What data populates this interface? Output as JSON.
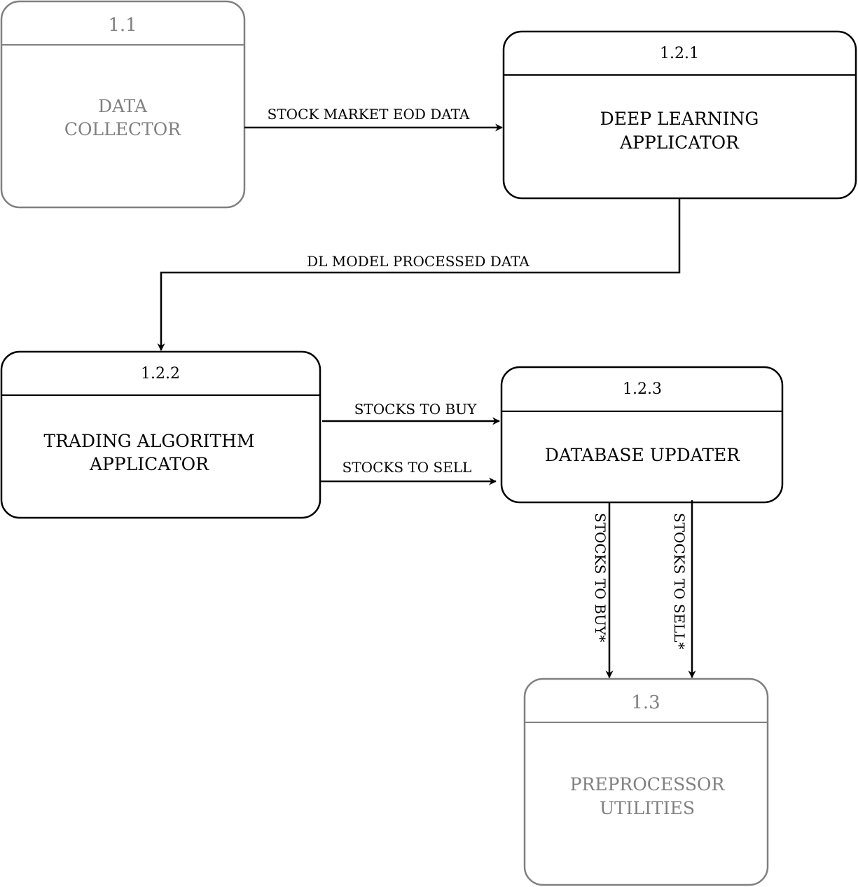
{
  "colors": {
    "active": "#000000",
    "inactive": "#808080",
    "background": "#ffffff"
  },
  "processes": {
    "data_collector": {
      "id": "1.1",
      "name_line1": "DATA",
      "name_line2": "COLLECTOR",
      "state": "inactive"
    },
    "deep_learning_applicator": {
      "id": "1.2.1",
      "name_line1": "DEEP LEARNING",
      "name_line2": "APPLICATOR",
      "state": "active"
    },
    "trading_algorithm_applicator": {
      "id": "1.2.2",
      "name_line1": "TRADING ALGORITHM",
      "name_line2": "APPLICATOR",
      "state": "active"
    },
    "database_updater": {
      "id": "1.2.3",
      "name_line1": "DATABASE UPDATER",
      "state": "active"
    },
    "preprocessor_utilities": {
      "id": "1.3",
      "name_line1": "PREPROCESSOR",
      "name_line2": "UTILITIES",
      "state": "inactive"
    }
  },
  "flows": {
    "stock_market_eod_data": {
      "label": "STOCK MARKET EOD DATA",
      "from": "1.1",
      "to": "1.2.1"
    },
    "dl_model_processed_data": {
      "label": "DL MODEL PROCESSED DATA",
      "from": "1.2.1",
      "to": "1.2.2"
    },
    "stocks_to_buy": {
      "label": "STOCKS TO BUY",
      "from": "1.2.2",
      "to": "1.2.3"
    },
    "stocks_to_sell": {
      "label": "STOCKS TO SELL",
      "from": "1.2.2",
      "to": "1.2.3"
    },
    "stocks_to_buy_star": {
      "label": "STOCKS TO BUY*",
      "from": "1.2.3",
      "to": "1.3"
    },
    "stocks_to_sell_star": {
      "label": "STOCKS TO SELL*",
      "from": "1.2.3",
      "to": "1.3"
    }
  }
}
